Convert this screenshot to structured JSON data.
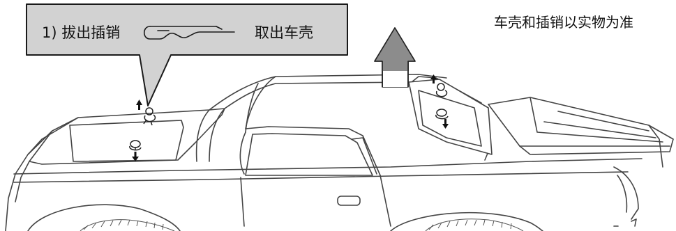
{
  "callout": {
    "step_text": "1) 拔出插销",
    "action_text": "取出车壳"
  },
  "note": "车壳和插销以实物为准",
  "colors": {
    "callout_fill": "#d2d2d2",
    "callout_stroke": "#1a1a1a",
    "big_arrow_fill": "#8c8c8c",
    "line": "#444444"
  },
  "icons": [
    "r-clip-icon",
    "up-arrow-icon",
    "down-arrow-icon",
    "body-clip-icon",
    "car-body-illustration"
  ]
}
